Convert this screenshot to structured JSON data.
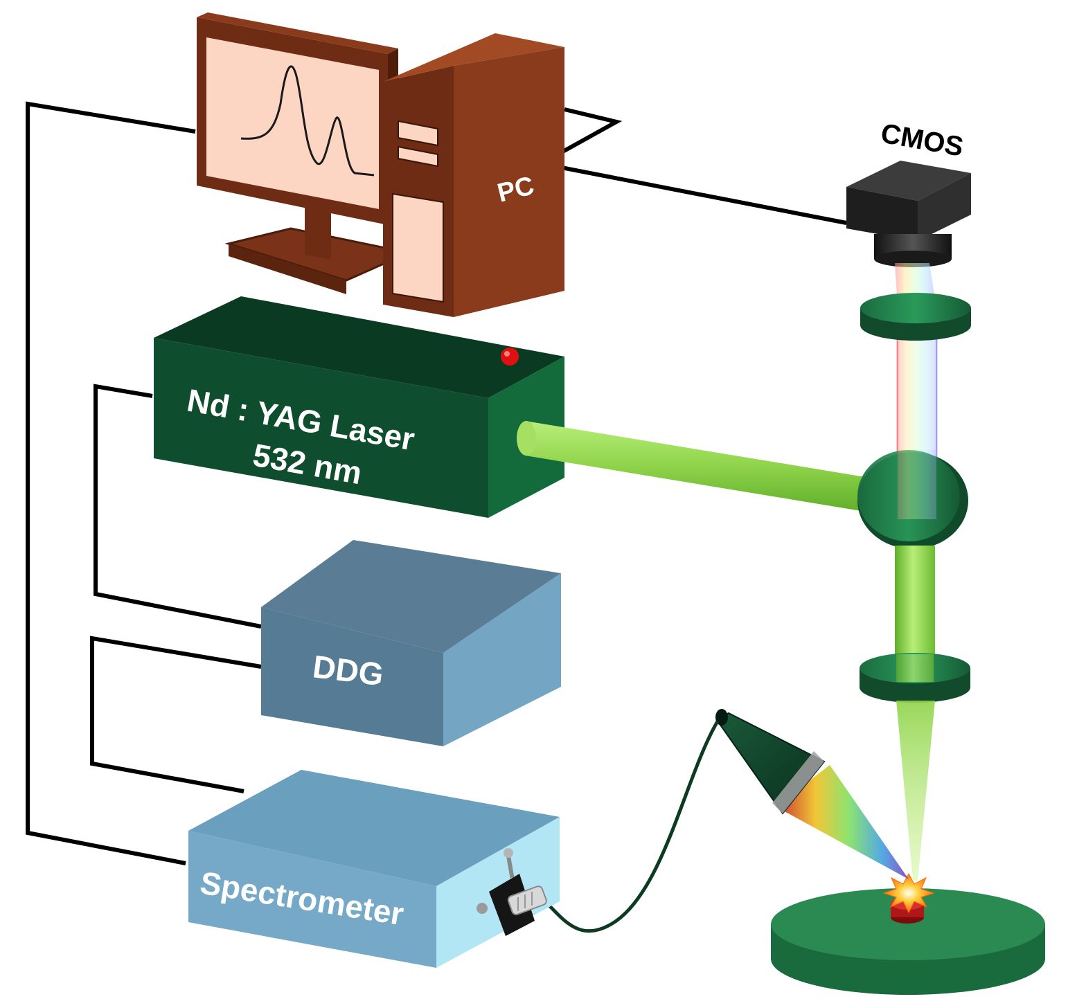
{
  "labels": {
    "pc": "PC",
    "cmos": "CMOS",
    "laser_line1": "Nd : YAG Laser",
    "laser_line2": "532 nm",
    "ddg": "DDG",
    "spectrometer": "Spectrometer"
  },
  "colors": {
    "pc_brown": "#6e2c14",
    "pc_screen": "#fcd6c3",
    "laser_body": "#0e4d2e",
    "beam_green": "#8fd34a",
    "ddg_blue": "#5d8ba8",
    "spectrometer_blue": "#8fc3dc",
    "optic_green": "#1f7a4a",
    "stage_green": "#2a8a52",
    "cmos_dark": "#2b2b2b",
    "indicator_red": "#e01010"
  }
}
